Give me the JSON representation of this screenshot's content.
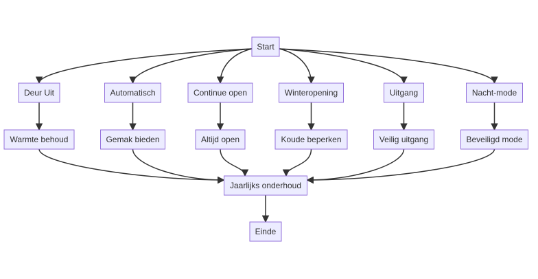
{
  "nodes": {
    "start": "Start",
    "deur_uit": "Deur Uit",
    "automatisch": "Automatisch",
    "continue_open": "Continue open",
    "winteropening": "Winteropening",
    "uitgang": "Uitgang",
    "nacht_mode": "Nacht-mode",
    "warmte_behoud": "Warmte behoud",
    "gemak_bieden": "Gemak bieden",
    "altijd_open": "Altijd open",
    "koude_beperken": "Koude beperken",
    "veilig_uitgang": "Veilig uitgang",
    "beveiligd_mode": "Beveiligd mode",
    "jaarlijks_onderhoud": "Jaarlijks onderhoud",
    "einde": "Einde"
  },
  "edges": [
    [
      "start",
      "deur_uit"
    ],
    [
      "start",
      "automatisch"
    ],
    [
      "start",
      "continue_open"
    ],
    [
      "start",
      "winteropening"
    ],
    [
      "start",
      "uitgang"
    ],
    [
      "start",
      "nacht_mode"
    ],
    [
      "deur_uit",
      "warmte_behoud"
    ],
    [
      "automatisch",
      "gemak_bieden"
    ],
    [
      "continue_open",
      "altijd_open"
    ],
    [
      "winteropening",
      "koude_beperken"
    ],
    [
      "uitgang",
      "veilig_uitgang"
    ],
    [
      "nacht_mode",
      "beveiligd_mode"
    ],
    [
      "warmte_behoud",
      "jaarlijks_onderhoud"
    ],
    [
      "gemak_bieden",
      "jaarlijks_onderhoud"
    ],
    [
      "altijd_open",
      "jaarlijks_onderhoud"
    ],
    [
      "koude_beperken",
      "jaarlijks_onderhoud"
    ],
    [
      "veilig_uitgang",
      "jaarlijks_onderhoud"
    ],
    [
      "beveiligd_mode",
      "jaarlijks_onderhoud"
    ],
    [
      "jaarlijks_onderhoud",
      "einde"
    ]
  ],
  "colors": {
    "node_fill": "#ECECFF",
    "node_stroke": "#9370DB",
    "edge": "#333333",
    "text": "#333333"
  }
}
